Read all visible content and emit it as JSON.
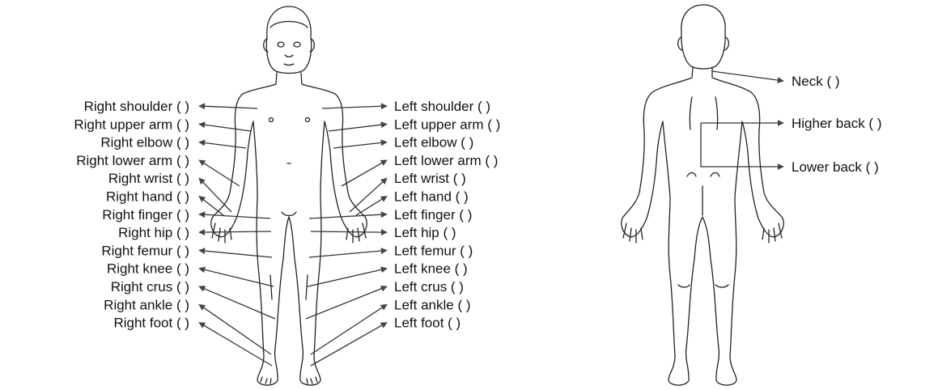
{
  "front_view": {
    "right_labels": [
      {
        "key": "right-shoulder",
        "text": "Right shoulder (     )"
      },
      {
        "key": "right-upper-arm",
        "text": "Right upper arm (     )"
      },
      {
        "key": "right-elbow",
        "text": "Right elbow (     )"
      },
      {
        "key": "right-lower-arm",
        "text": "Right lower arm (     )"
      },
      {
        "key": "right-wrist",
        "text": "Right wrist (     )"
      },
      {
        "key": "right-hand",
        "text": "Right hand (     )"
      },
      {
        "key": "right-finger",
        "text": "Right finger (     )"
      },
      {
        "key": "right-hip",
        "text": "Right hip (     )"
      },
      {
        "key": "right-femur",
        "text": "Right femur (     )"
      },
      {
        "key": "right-knee",
        "text": "Right knee (     )"
      },
      {
        "key": "right-crus",
        "text": "Right crus (     )"
      },
      {
        "key": "right-ankle",
        "text": "Right ankle (     )"
      },
      {
        "key": "right-foot",
        "text": "Right foot (     )"
      }
    ],
    "left_labels": [
      {
        "key": "left-shoulder",
        "text": "Left shoulder (     )"
      },
      {
        "key": "left-upper-arm",
        "text": "Left upper arm (     )"
      },
      {
        "key": "left-elbow",
        "text": "Left elbow (     )"
      },
      {
        "key": "left-lower-arm",
        "text": "Left lower arm (     )"
      },
      {
        "key": "left-wrist",
        "text": "Left wrist (     )"
      },
      {
        "key": "left-hand",
        "text": "Left hand (     )"
      },
      {
        "key": "left-finger",
        "text": "Left finger (     )"
      },
      {
        "key": "left-hip",
        "text": "Left hip (     )"
      },
      {
        "key": "left-femur",
        "text": "Left femur (     )"
      },
      {
        "key": "left-knee",
        "text": "Left knee (     )"
      },
      {
        "key": "left-crus",
        "text": "Left crus (     )"
      },
      {
        "key": "left-ankle",
        "text": "Left ankle (     )"
      },
      {
        "key": "left-foot",
        "text": "Left foot (     )"
      }
    ]
  },
  "back_view": {
    "labels": [
      {
        "key": "neck",
        "text": "Neck (     )"
      },
      {
        "key": "higher-back",
        "text": "Higher back (     )"
      },
      {
        "key": "lower-back",
        "text": "Lower back (     )"
      }
    ]
  },
  "colors": {
    "line": "#333333",
    "text": "#111111",
    "background": "#ffffff"
  }
}
